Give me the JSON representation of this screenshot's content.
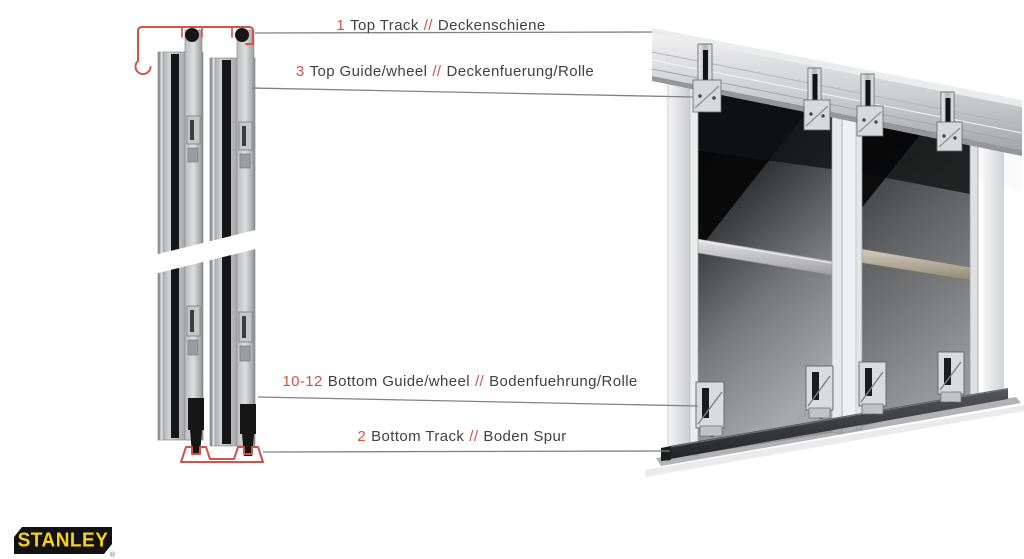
{
  "annotations": {
    "labels": [
      {
        "num": "1",
        "en": "Top Track",
        "sep": "//",
        "de": "Deckenschiene"
      },
      {
        "num": "3",
        "en": "Top Guide/wheel",
        "sep": "//",
        "de": "Deckenfuerung/Rolle"
      },
      {
        "num": "10-12",
        "en": "Bottom Guide/wheel",
        "sep": "//",
        "de": "Bodenfuehrung/Rolle"
      },
      {
        "num": "2",
        "en": "Bottom Track",
        "sep": "//",
        "de": "Boden Spur"
      }
    ]
  },
  "logo": {
    "brand": "STANLEY",
    "registered": "®"
  },
  "colors": {
    "accent_red": "#d0544a",
    "label_text": "#414042",
    "leader_line": "#828284",
    "logo_background": "#121212",
    "logo_text": "#f5d01c"
  }
}
